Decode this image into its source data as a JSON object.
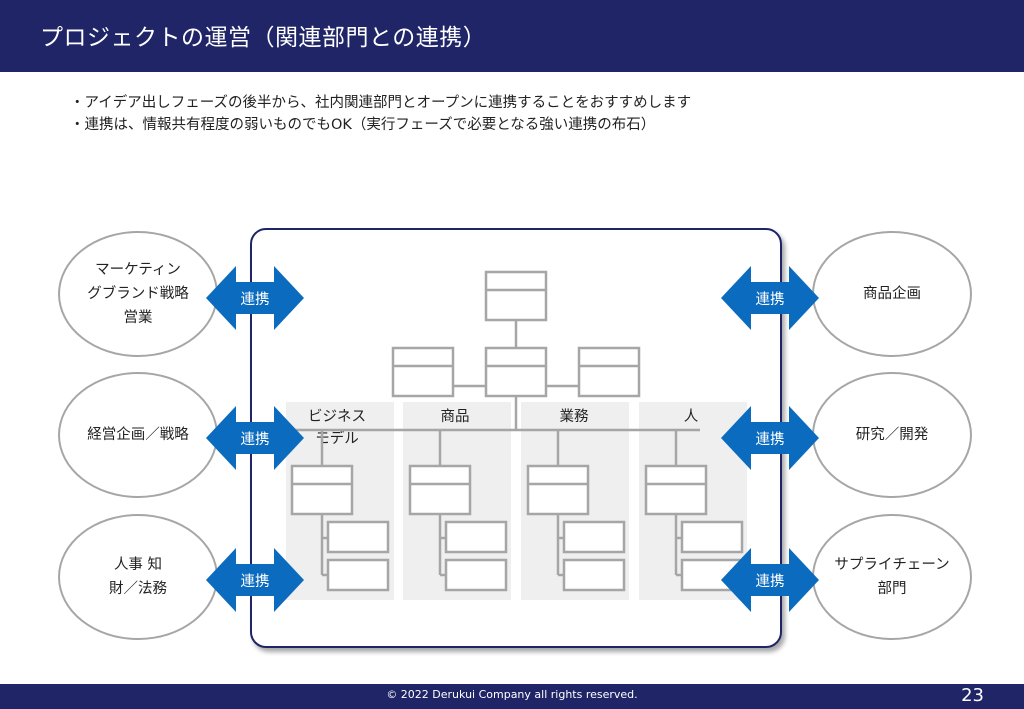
{
  "header": {
    "title": "プロジェクトの運営（関連部門との連携）"
  },
  "bullets": [
    "・アイデア出しフェーズの後半から、社内関連部門とオープンに連携することをおすすめします",
    "・連携は、情報共有程度の弱いものでもOK（実行フェーズで必要となる強い連携の布石）"
  ],
  "left_departments": [
    {
      "lines": [
        "マーケティン",
        "グブランド戦略",
        "営業"
      ]
    },
    {
      "lines": [
        "経営企画／戦略"
      ]
    },
    {
      "lines": [
        "人事 知",
        "財／法務"
      ]
    }
  ],
  "right_departments": [
    {
      "lines": [
        "商品企画"
      ]
    },
    {
      "lines": [
        "研究／開発"
      ]
    },
    {
      "lines": [
        "サプライチェーン",
        "部門"
      ]
    }
  ],
  "arrow_label": "連携",
  "org_columns": [
    "ビジネス\nモデル",
    "商品",
    "業務",
    "人"
  ],
  "footer": {
    "copyright": "© 2022 Derukui Company all rights reserved.",
    "page_number": "23"
  },
  "colors": {
    "navy": "#1f2567",
    "arrow_blue": "#0b6bbf",
    "gray_line": "#a6a6a6",
    "column_bg": "#efefef"
  }
}
